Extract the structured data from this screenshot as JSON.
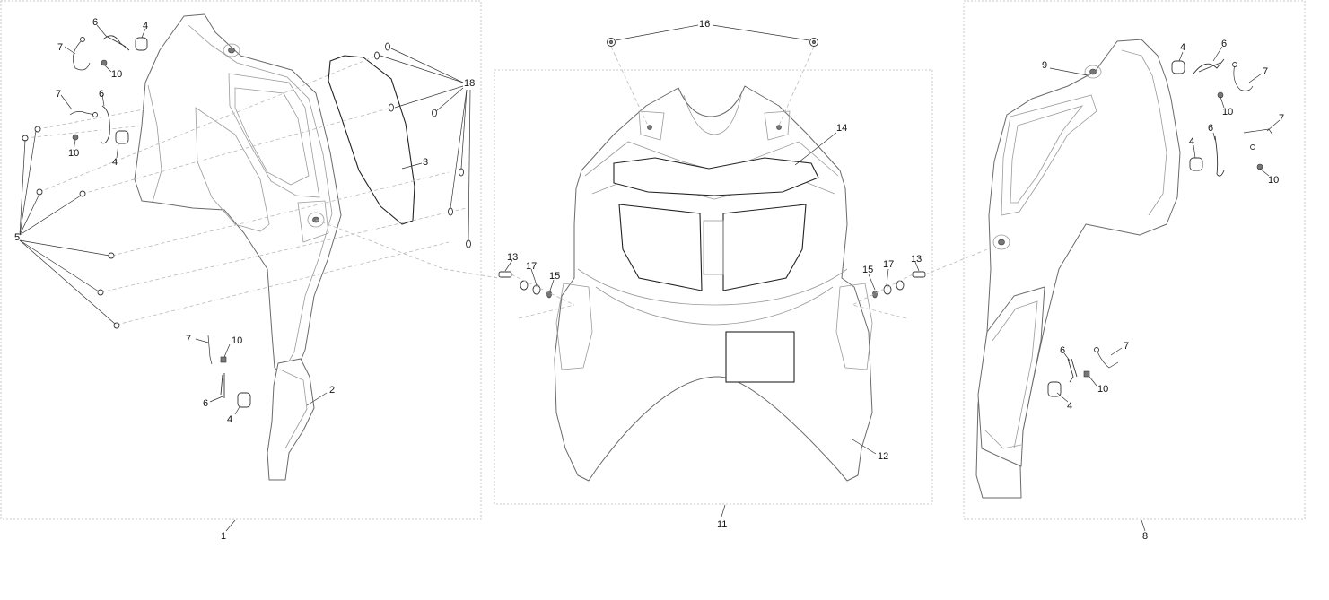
{
  "callouts": {
    "left_assembly": "1",
    "left_lower_panel": "2",
    "left_window": "3",
    "left_grommet_top": "4",
    "left_grommet_mid": "4",
    "left_grommet_low": "4",
    "left_nuts": "5",
    "left_clip_top": "6",
    "left_clip_mid": "6",
    "left_clip_low": "6",
    "left_tether_top": "7",
    "left_tether_mid": "7",
    "left_tether_low": "7",
    "left_nut_top": "10",
    "left_nut_mid": "10",
    "left_nut_low": "10",
    "left_clips_18": "18",
    "center_assembly": "11",
    "center_lower": "12",
    "center_pin_left": "13",
    "center_pin_right": "13",
    "center_panel_top": "14",
    "center_washer_left": "15",
    "center_washer_right": "15",
    "center_grommets_16": "16",
    "center_spacer_left": "17",
    "center_spacer_right": "17",
    "right_assembly": "8",
    "right_panel": "9",
    "right_grommet_top": "4",
    "right_grommet_mid": "4",
    "right_grommet_low": "4",
    "right_clip_top": "6",
    "right_clip_mid": "6",
    "right_clip_low": "6",
    "right_tether_top": "7",
    "right_tether_mid": "7",
    "right_tether_low": "7",
    "right_nut_top": "10",
    "right_nut_mid": "10",
    "right_nut_low": "10"
  }
}
